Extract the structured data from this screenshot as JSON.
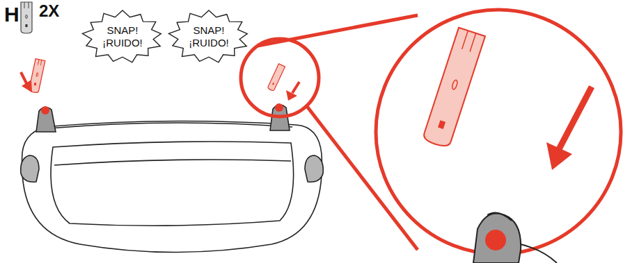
{
  "diagram": {
    "nodes": [
      {
        "text": [
          "SNAP! ¡RUIDO!"
        ]
      },
      {
        "text": [
          "SNAP! ¡RUIDO!"
        ]
      }
    ],
    "labels": [
      "H",
      "2X"
    ]
  }
}
